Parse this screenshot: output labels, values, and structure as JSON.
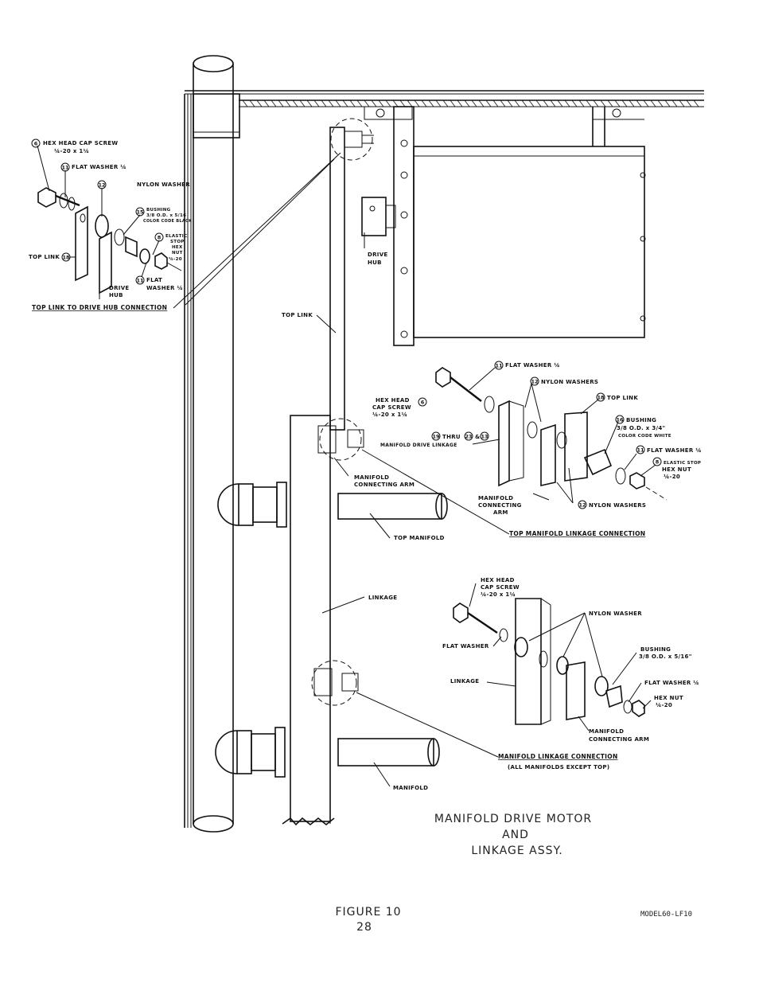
{
  "callouts": {
    "top_link_hub": {
      "hex_screw": "HEX HEAD CAP SCREW",
      "hex_screw_size": "¼-20 x 1¼",
      "hex_screw_num": "6",
      "flat_washer": "FLAT WASHER ¼",
      "flat_washer_num": "11",
      "nylon_washer": "NYLON WASHER",
      "nylon_washer_num": "12",
      "bushing": "BUSHING",
      "bushing_size": "3/8 O.D. x 5/16",
      "bushing_color": "COLOR CODE BLACK",
      "bushing_num": "15",
      "stop_nut_1": "ELASTIC",
      "stop_nut_2": "STOP",
      "stop_nut_3": "HEX",
      "stop_nut_4": "NUT",
      "stop_nut_5": "¼-20",
      "stop_nut_num": "8",
      "top_link": "TOP LINK",
      "top_link_num": "18",
      "drive_hub_1": "DRIVE",
      "drive_hub_2": "HUB",
      "flat_washer2_1": "FLAT",
      "flat_washer2_2": "WASHER ¼",
      "flat_washer2_num": "11",
      "title": "TOP LINK TO DRIVE HUB CONNECTION"
    },
    "main": {
      "drive_hub_1": "DRIVE",
      "drive_hub_2": "HUB",
      "top_link": "TOP LINK",
      "mf_conn_arm_1": "MANIFOLD",
      "mf_conn_arm_2": "CONNECTING ARM",
      "top_manifold": "TOP MANIFOLD",
      "linkage": "LINKAGE",
      "manifold": "MANIFOLD"
    },
    "top_manifold": {
      "flat_washer": "FLAT WASHER ¼",
      "flat_washer_num": "11",
      "nylon_washers": "NYLON WASHERS",
      "nylon_washers_num": "12",
      "hex_screw_1": "HEX HEAD",
      "hex_screw_2": "CAP SCREW",
      "hex_screw_3": "¼-20 x 1¼",
      "hex_screw_num": "6",
      "top_link": "TOP LINK",
      "top_link_num": "18",
      "bushing_1": "BUSHING",
      "bushing_2": "3/8 O.D. x 3/4\"",
      "bushing_3": "COLOR CODE WHITE",
      "bushing_num": "16",
      "thru_label": "THRU",
      "thru_num_a": "19",
      "thru_num_b": "23",
      "thru_amp": "&",
      "thru_num_c": "13",
      "mdl": "MANIFOLD DRIVE LINKAGE",
      "flat_washer2": "FLAT WASHER ¼",
      "flat_washer2_num": "11",
      "stop_nut_1": "ELASTIC STOP",
      "stop_nut_2": "HEX NUT",
      "stop_nut_3": "¼-20",
      "stop_nut_num": "8",
      "mf_conn_arm_1": "MANIFOLD",
      "mf_conn_arm_2": "CONNECTING",
      "mf_conn_arm_3": "ARM",
      "nylon_washers2": "NYLON WASHERS",
      "nylon_washers2_num": "12",
      "title": "TOP MANIFOLD LINKAGE CONNECTION"
    },
    "manifold_linkage": {
      "hex_screw_1": "HEX HEAD",
      "hex_screw_2": "CAP SCREW",
      "hex_screw_3": "¼-20 x 1¼",
      "nylon_washer": "NYLON WASHER",
      "flat_washer": "FLAT WASHER",
      "bushing_1": "BUSHING",
      "bushing_2": "3/8 O.D. x 5/16\"",
      "flat_washer2": "FLAT WASHER ¼",
      "hex_nut_1": "HEX NUT",
      "hex_nut_2": "¼-20",
      "linkage": "LINKAGE",
      "mf_conn_arm_1": "MANIFOLD",
      "mf_conn_arm_2": "CONNECTING ARM",
      "title": "MANIFOLD LINKAGE CONNECTION",
      "subtitle": "(ALL MANIFOLDS EXCEPT TOP)"
    }
  },
  "caption": {
    "line1": "MANIFOLD DRIVE MOTOR",
    "line2": "AND",
    "line3": "LINKAGE ASSY."
  },
  "figure": {
    "label": "FIGURE 10",
    "page": "28",
    "model": "MODEL60-LF10"
  }
}
